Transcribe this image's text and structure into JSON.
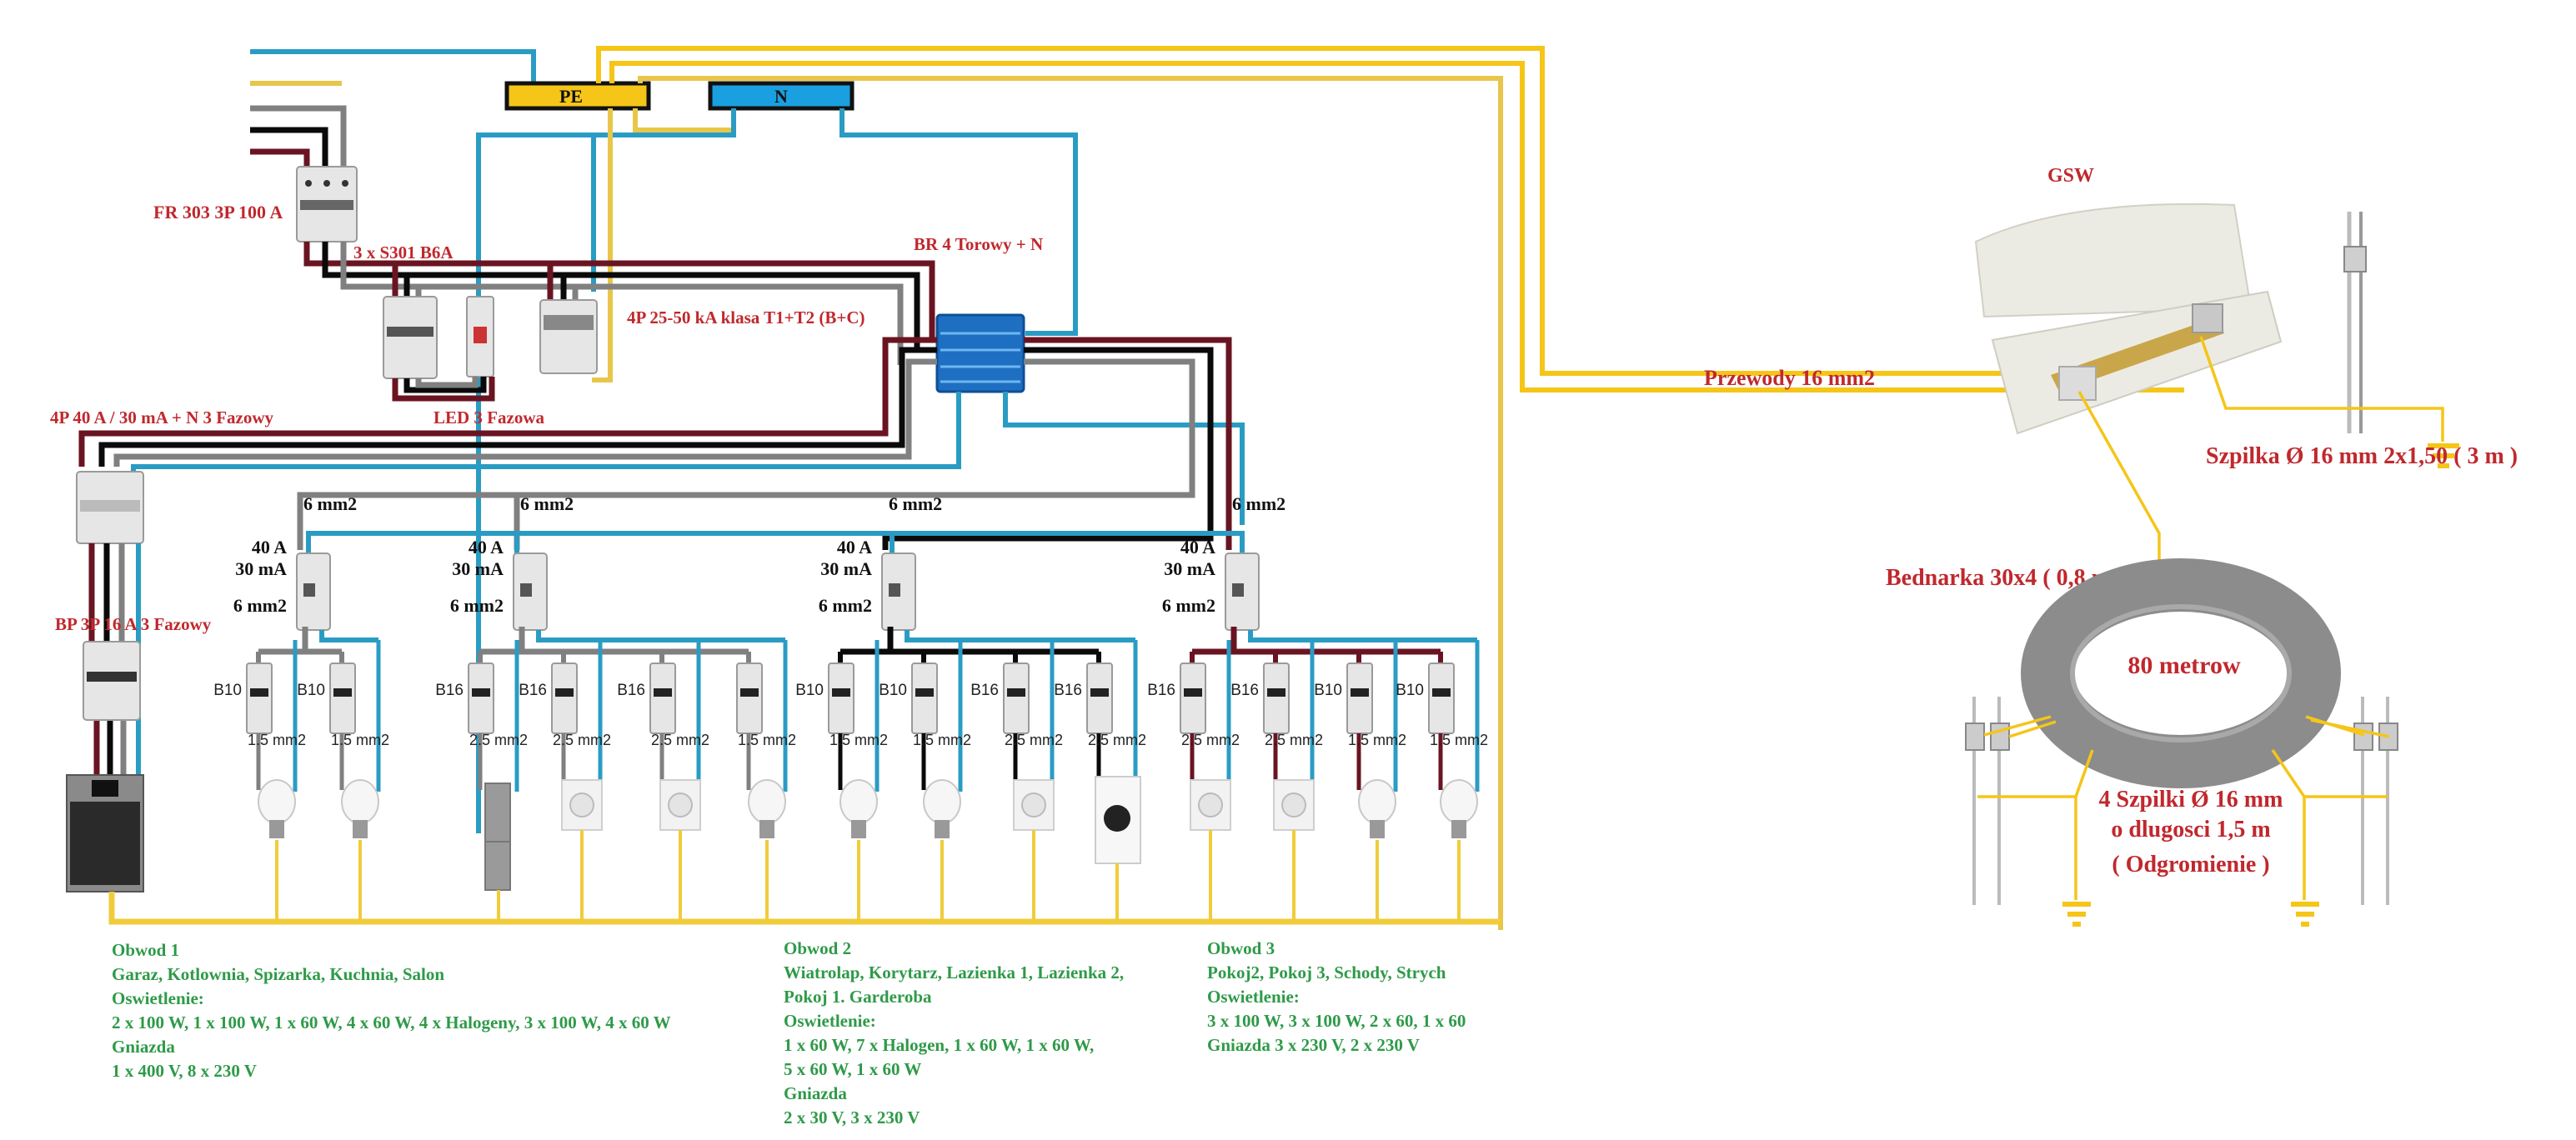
{
  "busbars": {
    "pe_label": "PE",
    "n_label": "N",
    "pe_color": "#f5c518",
    "n_color": "#1aa0e0"
  },
  "wire_colors": {
    "L1": "#6a1422",
    "L2": "#0a0a0a",
    "L3": "#808080",
    "N": "#2a9cc4",
    "PE": "#f5c518"
  },
  "labels": {
    "main_switch": "FR 303 3P 100 A",
    "led_breakers": "3 x S301 B6A",
    "led_indicator": "LED 3 Fazowa",
    "surge_protector": "4P 25-50 kA klasa T1+T2 (B+C)",
    "distribution_block": "BR 4 Torowy + N",
    "rcd_main": "4P 40 A / 30 mA + N 3 Fazowy",
    "oven_breaker": "BP 3P 16 A 3 Fazowy",
    "gsw": "GSW",
    "conductors": "Przewody 16 mm2",
    "rod_single": "Szpilka Ø 16 mm 2x1,50 ( 3 m )",
    "flat_bar": "Bednarka 30x4 ( 0,8 m )",
    "coil": "80 metrow",
    "rods_group_1": "4 Szpilki Ø 16 mm",
    "rods_group_2": "o dlugosci 1,5 m",
    "rods_group_3": "( Odgromienie )"
  },
  "rcd_groups": [
    {
      "feed": "6 mm2",
      "rating_a": "40 A",
      "rating_ma": "30 mA",
      "out": "6 mm2",
      "breakers": [
        {
          "type": "B10",
          "cable": "1.5 mm2",
          "load": "bulb"
        },
        {
          "type": "B10",
          "cable": "1.5 mm2",
          "load": "bulb"
        }
      ]
    },
    {
      "feed": "6 mm2",
      "rating_a": "40 A",
      "rating_ma": "30 mA",
      "out": "6 mm2",
      "breakers": [
        {
          "type": "B16",
          "cable": "2.5 mm2",
          "load": "fridge"
        },
        {
          "type": "B16",
          "cable": "2.5 mm2",
          "load": "socket"
        },
        {
          "type": "B16",
          "cable": "2.5 mm2",
          "load": "socket"
        },
        {
          "type": "",
          "cable": "1.5 mm2",
          "load": "bulb"
        }
      ]
    },
    {
      "feed": "6 mm2",
      "rating_a": "40 A",
      "rating_ma": "30 mA",
      "out": "6 mm2",
      "breakers": [
        {
          "type": "B10",
          "cable": "1.5 mm2",
          "load": "bulb"
        },
        {
          "type": "B10",
          "cable": "1.5 mm2",
          "load": "bulb"
        },
        {
          "type": "B16",
          "cable": "2.5 mm2",
          "load": "socket"
        },
        {
          "type": "B16",
          "cable": "2.5 mm2",
          "load": "washer"
        }
      ]
    },
    {
      "feed": "6 mm2",
      "rating_a": "40 A",
      "rating_ma": "30 mA",
      "out": "6 mm2",
      "breakers": [
        {
          "type": "B16",
          "cable": "2.5 mm2",
          "load": "socket"
        },
        {
          "type": "B16",
          "cable": "2.5 mm2",
          "load": "socket"
        },
        {
          "type": "B10",
          "cable": "1.5 mm2",
          "load": "bulb"
        },
        {
          "type": "B10",
          "cable": "1.5 mm2",
          "load": "bulb"
        }
      ]
    }
  ],
  "circuits": [
    {
      "lines": [
        "Obwod 1",
        "Garaz, Kotlownia, Spizarka, Kuchnia, Salon",
        "Oswietlenie:",
        "2 x 100 W, 1 x 100 W, 1 x 60 W, 4 x 60 W, 4 x Halogeny, 3 x 100 W, 4 x 60 W",
        "Gniazda",
        "1 x 400 V, 8 x 230 V"
      ]
    },
    {
      "lines": [
        "Obwod 2",
        "Wiatrolap, Korytarz, Lazienka 1, Lazienka 2,",
        "Pokoj 1. Garderoba",
        "Oswietlenie:",
        "1 x 60 W, 7 x Halogen, 1 x 60 W, 1 x 60 W,",
        "5 x 60 W, 1 x 60 W",
        "Gniazda",
        "2 x 30 V, 3 x 230 V"
      ]
    },
    {
      "lines": [
        "Obwod 3",
        "Pokoj2, Pokoj 3, Schody, Strych",
        "Oswietlenie:",
        "3 x 100 W, 3 x 100 W, 2 x 60, 1 x 60",
        "Gniazda 3 x 230 V, 2 x 230 V"
      ]
    }
  ]
}
